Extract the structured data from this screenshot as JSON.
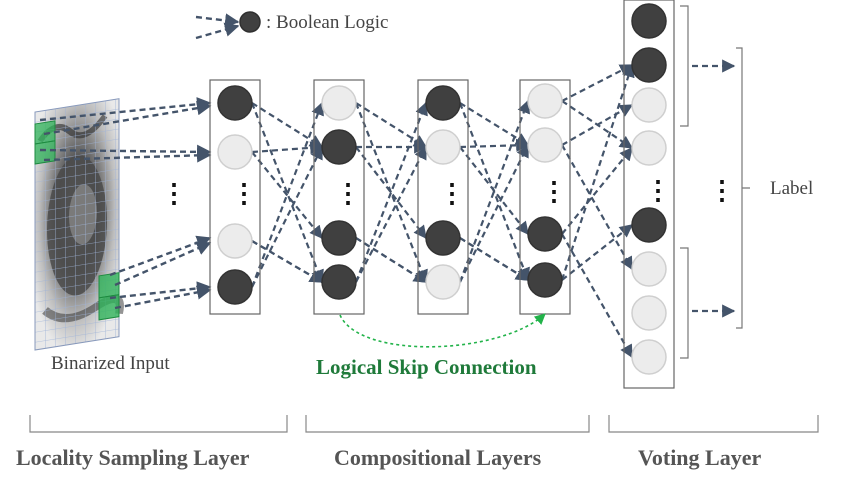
{
  "legend": {
    "text": ": Boolean Logic",
    "icon": "dark-circle-node"
  },
  "input": {
    "label": "Binarized Input"
  },
  "skip_connection": {
    "label": "Logical Skip Connection",
    "color": "#1f7a3a",
    "arrow_color": "#22b34a"
  },
  "output": {
    "label": "Label"
  },
  "sections": {
    "sampling": "Locality Sampling Layer",
    "compositional": "Compositional Layers",
    "voting": "Voting Layer"
  },
  "ellipsis": "⋮",
  "colors": {
    "node_dark": "#404040",
    "node_light": "#ececec",
    "edge": "#44546a",
    "patch": "#2fb35a",
    "box_border": "#666666"
  },
  "layers": {
    "sampling": {
      "nodes": [
        "dark",
        "light",
        "ellipsis",
        "light",
        "dark"
      ]
    },
    "compositional_1": {
      "nodes": [
        "light",
        "dark",
        "ellipsis",
        "dark",
        "dark"
      ]
    },
    "compositional_2": {
      "nodes": [
        "dark",
        "light",
        "ellipsis",
        "dark",
        "light"
      ]
    },
    "compositional_3": {
      "nodes": [
        "light",
        "light",
        "ellipsis",
        "dark",
        "dark"
      ]
    },
    "voting": {
      "nodes": [
        "dark",
        "dark",
        "light",
        "light",
        "ellipsis",
        "dark",
        "light",
        "light",
        "light"
      ]
    }
  }
}
